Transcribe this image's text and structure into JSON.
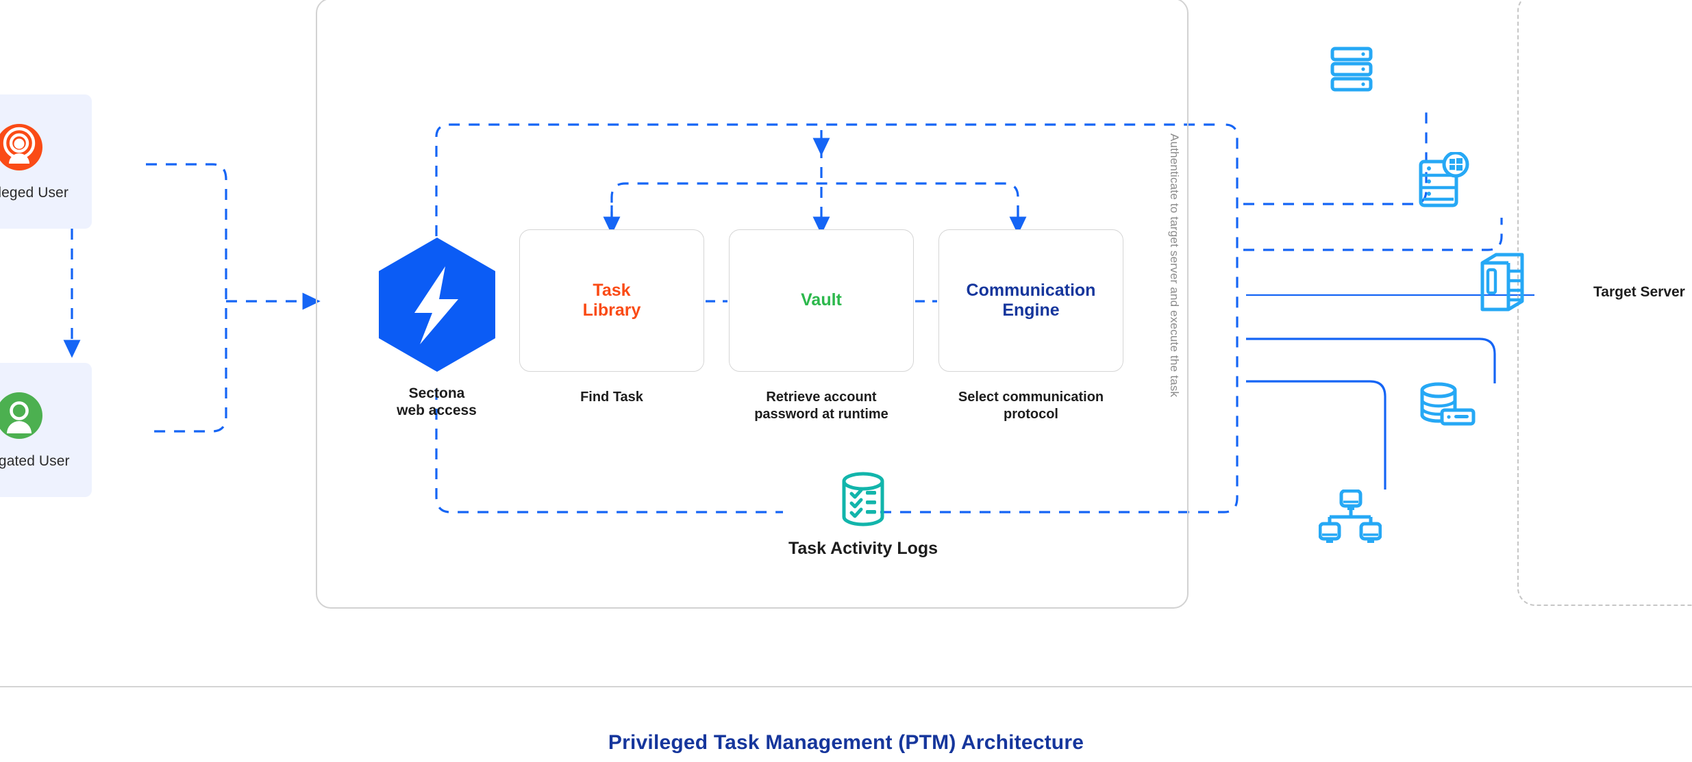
{
  "title": "Privileged Task Management (PTM) Architecture",
  "colors": {
    "accent_blue": "#1565f5",
    "navy": "#16369c",
    "orange": "#fa4b16",
    "green": "#4cb050",
    "teal": "#12b5ab",
    "icon_blue": "#26a8f5",
    "card_bg": "#eef2fe",
    "box_border": "#d5d5d5",
    "zone_border": "#c6c6c6",
    "muted_text": "#8b8b8b"
  },
  "actors": [
    {
      "id": "privileged-user",
      "label": "Privileged User",
      "icon": "privileged-user-icon"
    },
    {
      "id": "delegated-user",
      "label": "Delegated User",
      "icon": "delegated-user-icon"
    }
  ],
  "gateway": {
    "icon": "sectona-hex-logo-icon",
    "caption_line1": "Sectona",
    "caption_line2": "web access"
  },
  "stages": [
    {
      "id": "task-library",
      "title_line1": "Task",
      "title_line2": "Library",
      "title_color": "#fa4b16",
      "caption_line1": "Find Task",
      "caption_line2": ""
    },
    {
      "id": "vault",
      "title_line1": "Vault",
      "title_line2": "",
      "title_color": "#2cb84c",
      "caption_line1": "Retrieve account",
      "caption_line2": "password at runtime"
    },
    {
      "id": "communication-engine",
      "title_line1": "Communication",
      "title_line2": "Engine",
      "title_color": "#16369c",
      "caption_line1": "Select communication",
      "caption_line2": "protocol"
    }
  ],
  "logs": {
    "label": "Task Activity Logs",
    "icon": "activity-log-database-icon"
  },
  "auth_flow": {
    "label": "Authenticate to target server and execute the task"
  },
  "target_zone": {
    "label": "Target Server",
    "endpoints": [
      {
        "id": "server-rack",
        "icon": "server-rack-icon"
      },
      {
        "id": "windows-server",
        "icon": "windows-server-icon"
      },
      {
        "id": "server-tower",
        "icon": "server-tower-icon"
      },
      {
        "id": "database-server",
        "icon": "database-server-icon"
      },
      {
        "id": "computer-cluster",
        "icon": "computer-network-icon"
      }
    ]
  }
}
